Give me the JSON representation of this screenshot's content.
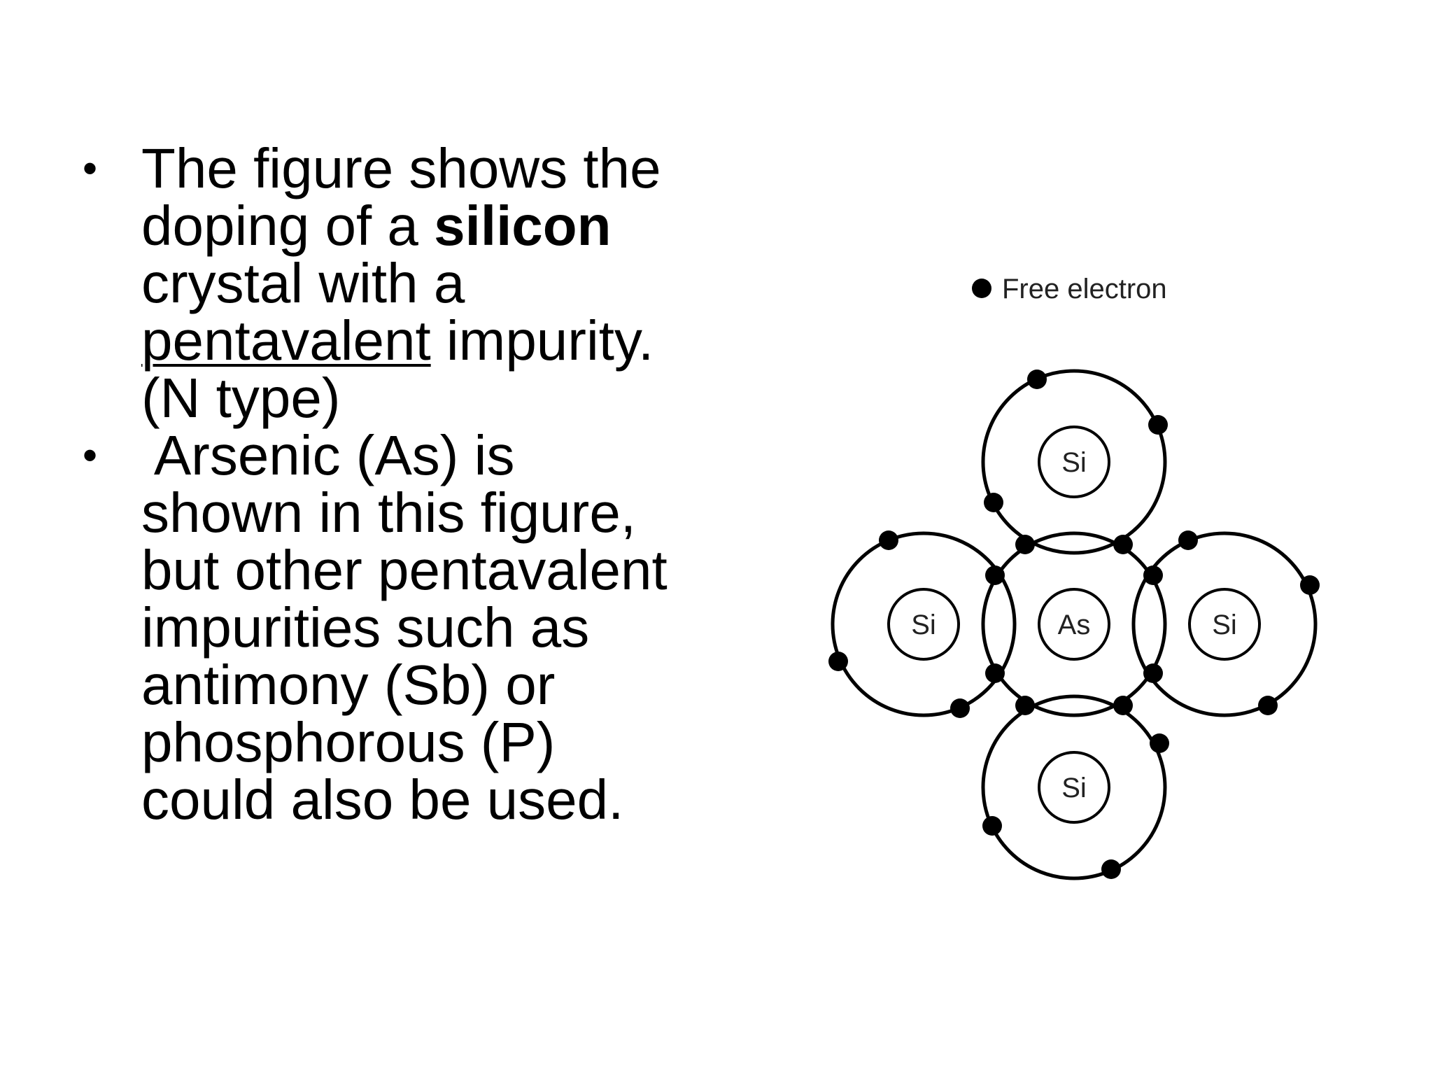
{
  "bullets": [
    {
      "lines": [
        [
          "The figure shows the"
        ],
        [
          "doping of a ",
          {
            "bold": "silicon"
          }
        ],
        [
          "crystal with a"
        ],
        [
          {
            "underline": "pentavalent"
          },
          " impurity."
        ],
        [
          "(N type)"
        ]
      ]
    },
    {
      "lines": [
        [
          " Arsenic (As) is"
        ],
        [
          "shown in this figure,"
        ],
        [
          "but other pentavalent"
        ],
        [
          "impurities such as"
        ],
        [
          "antimony (Sb) or"
        ],
        [
          "phosphorous (P)"
        ],
        [
          "could also be used."
        ]
      ]
    }
  ],
  "diagram": {
    "legend": "Free electron",
    "center_atom": "As",
    "top_atom": "Si",
    "left_atom": "Si",
    "right_atom": "Si",
    "bottom_atom": "Si"
  }
}
